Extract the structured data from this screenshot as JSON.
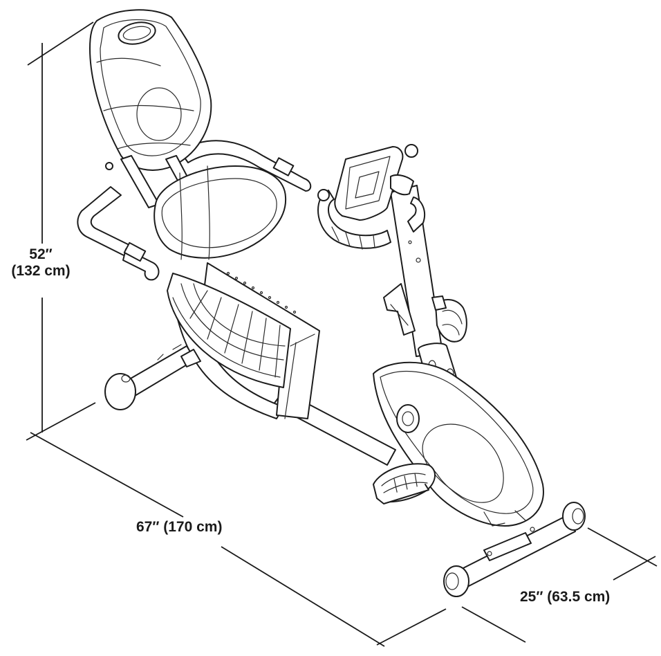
{
  "dimensions": {
    "height": {
      "imperial": "52″",
      "metric": "(132 cm)"
    },
    "length": {
      "text": "67″ (170 cm)"
    },
    "width": {
      "text": "25″ (63.5 cm)"
    }
  },
  "colors": {
    "line": "#1c1c1c",
    "background": "#ffffff"
  }
}
